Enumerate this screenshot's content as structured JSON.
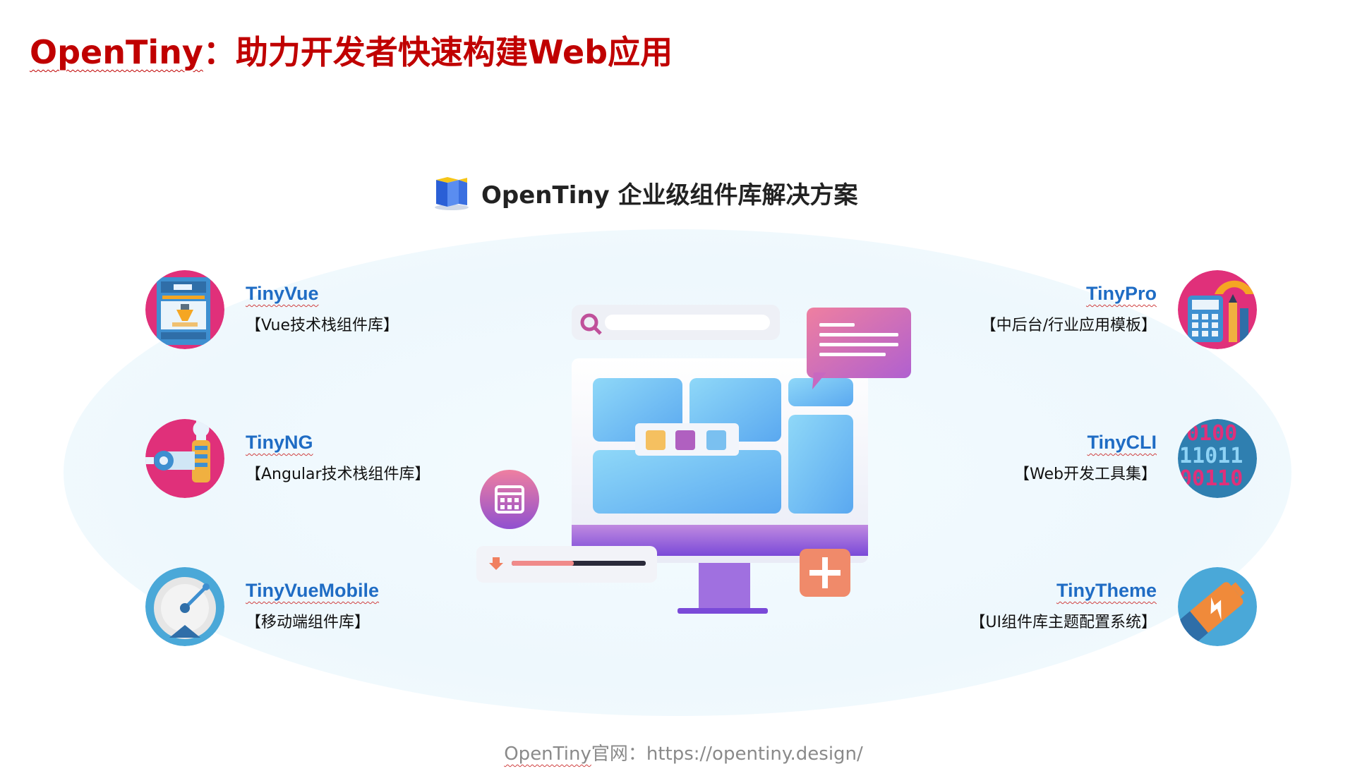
{
  "slide": {
    "title_brand": "OpenTiny",
    "title_rest": "：助力开发者快速构建Web应用"
  },
  "header": {
    "subtitle": "OpenTiny  企业级组件库解决方案"
  },
  "products": {
    "left": [
      {
        "name": "TinyVue",
        "desc": "【Vue技术栈组件库】",
        "icon": "3d-printer-icon",
        "color": "#e0307a"
      },
      {
        "name": "TinyNG",
        "desc": "【Angular技术栈组件库】",
        "icon": "robot-arm-icon",
        "color": "#e0307a"
      },
      {
        "name": "TinyVueMobile",
        "desc": "【移动端组件库】",
        "icon": "satellite-dish-icon",
        "color": "#4aa8d8"
      }
    ],
    "right": [
      {
        "name": "TinyPro",
        "desc": "【中后台/行业应用模板】",
        "icon": "calculator-icon",
        "color": "#e0307a"
      },
      {
        "name": "TinyCLI",
        "desc": "【Web开发工具集】",
        "icon": "binary-code-icon",
        "color": "#2f7fb0"
      },
      {
        "name": "TinyTheme",
        "desc": "【UI组件库主题配置系统】",
        "icon": "battery-bolt-icon",
        "color": "#4aa8d8"
      }
    ]
  },
  "footer": {
    "brand": "OpenTiny",
    "text": "官网：https://opentiny.design/"
  }
}
